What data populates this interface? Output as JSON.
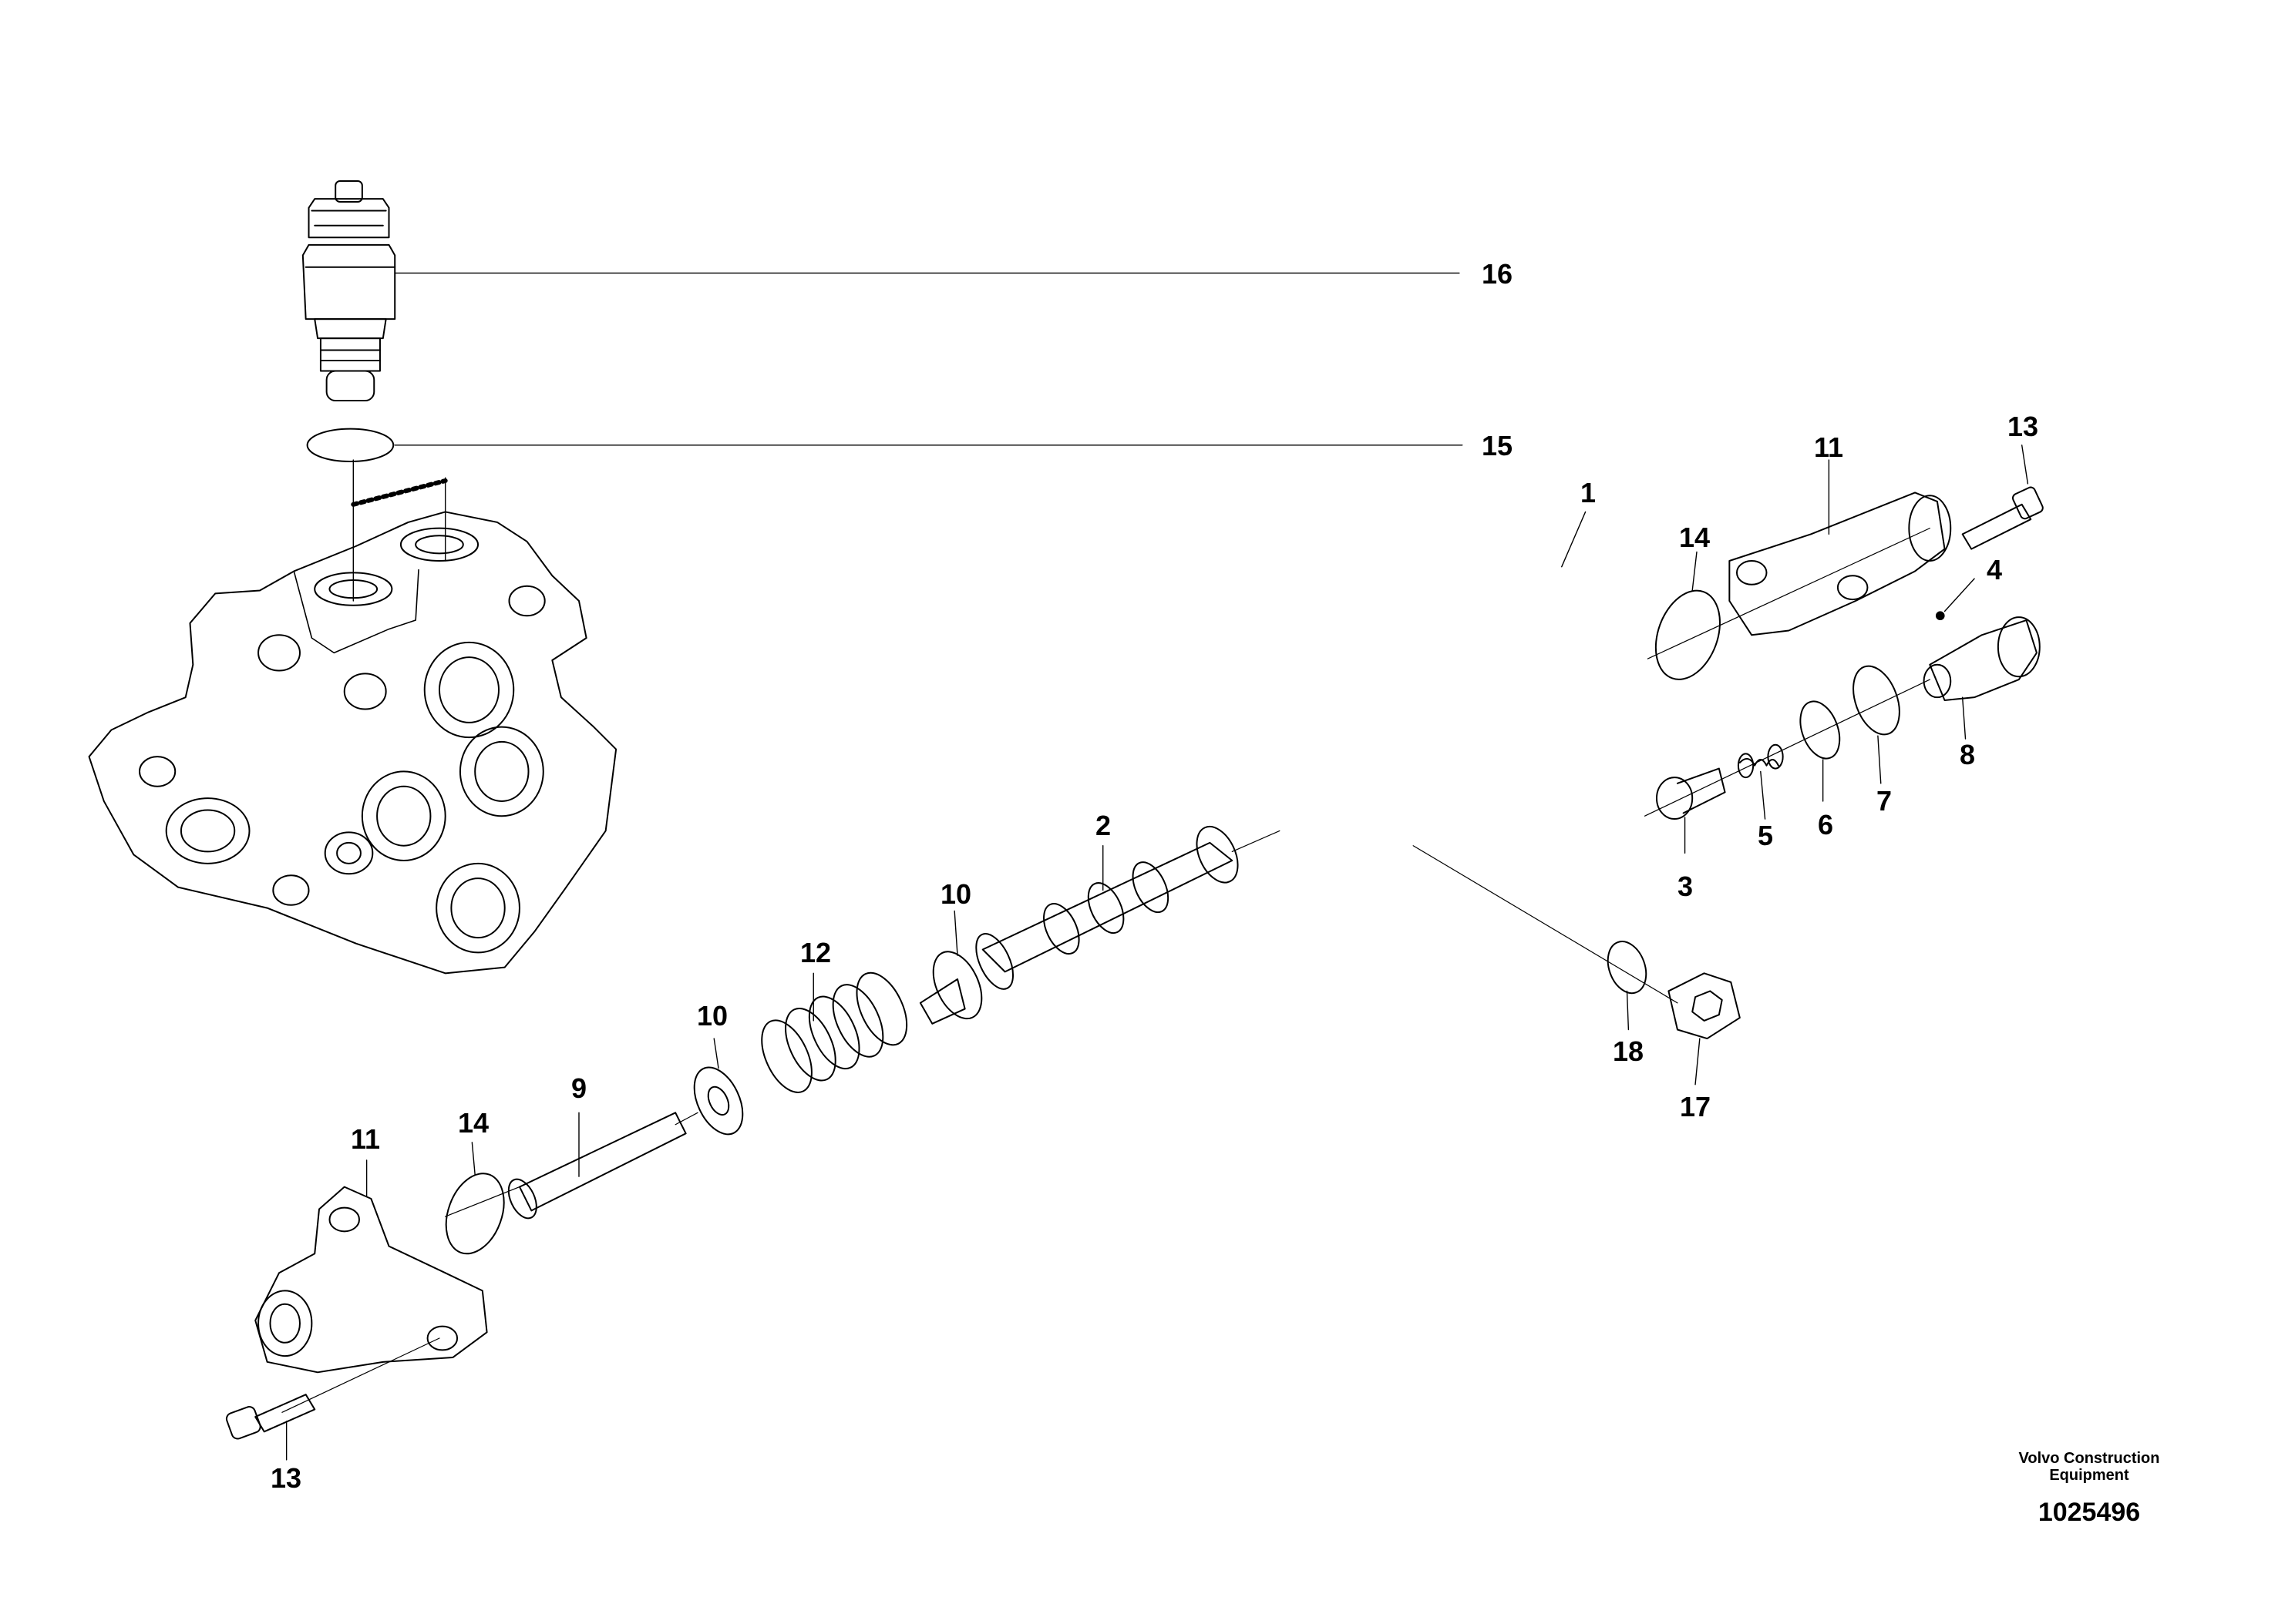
{
  "callouts": {
    "c1": "1",
    "c2": "2",
    "c3": "3",
    "c4": "4",
    "c5": "5",
    "c6": "6",
    "c7": "7",
    "c8": "8",
    "c9": "9",
    "c10a": "10",
    "c10b": "10",
    "c11a": "11",
    "c11b": "11",
    "c12": "12",
    "c13a": "13",
    "c13b": "13",
    "c14a": "14",
    "c14b": "14",
    "c15": "15",
    "c16": "16",
    "c17": "17",
    "c18": "18"
  },
  "credit": {
    "line1": "Volvo Construction",
    "line2": "Equipment",
    "code": "1025496"
  }
}
